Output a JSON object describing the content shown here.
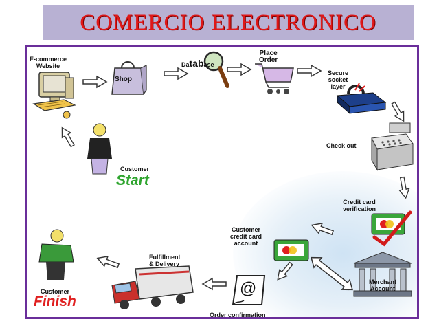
{
  "title": "COMERCIO ELECTRONICO",
  "labels": {
    "ecommerce": "E-commerce\nWebsite",
    "shop": "Shop",
    "database_prefix": "Da",
    "database_tab": "tab",
    "database_suffix": "ase",
    "place_order": "Place\nOrder",
    "ssl": "Secure\nsocket\nlayer",
    "checkout": "Check out",
    "cc_verification": "Credit card\nverification",
    "cc_account": "Customer\ncredit card\naccount",
    "merchant": "Merchant\nAccount",
    "order_confirmation": "Order confirmation",
    "fulfillment": "Fulfillment\n& Delivery",
    "customer_start_caption": "Customer",
    "start": "Start",
    "customer_finish_caption": "Customer",
    "finish": "Finish",
    "at_symbol": "@"
  },
  "colors": {
    "title": "#e01818",
    "title_bar": "#b8b1d3",
    "frame": "#6a2e9a",
    "start": "#2fa52f",
    "finish": "#e02020"
  }
}
